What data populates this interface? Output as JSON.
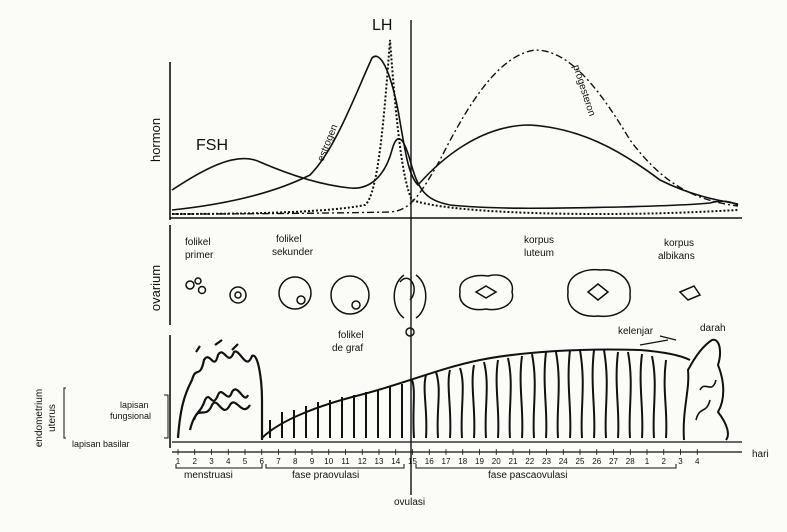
{
  "hormone_panel": {
    "axis_label": "hormon",
    "curves": {
      "fsh": "FSH",
      "lh": "LH",
      "estrogen": "estrogen",
      "progesteron": "progesteron"
    }
  },
  "ovary_panel": {
    "axis_label": "ovarium",
    "stages": {
      "primary": [
        "folikel",
        "primer"
      ],
      "secondary": [
        "folikel",
        "sekunder"
      ],
      "graaf": [
        "folikel",
        "de graf"
      ],
      "luteum": [
        "korpus",
        "luteum"
      ],
      "albicans": [
        "korpus",
        "albikans"
      ]
    }
  },
  "endometrium_panel": {
    "axis_label_1": "endometrium",
    "axis_label_2": "uterus",
    "layers": {
      "functional": [
        "lapisan",
        "fungsional"
      ],
      "basal": "lapisan basilar"
    },
    "labels": {
      "gland": "kelenjar",
      "blood": "darah"
    }
  },
  "timeline": {
    "unit": "hari",
    "days": [
      "1",
      "2",
      "3",
      "4",
      "5",
      "6",
      "7",
      "8",
      "9",
      "10",
      "11",
      "12",
      "13",
      "14",
      "15",
      "16",
      "17",
      "18",
      "19",
      "20",
      "21",
      "22",
      "23",
      "24",
      "25",
      "26",
      "27",
      "28",
      "1",
      "2",
      "3",
      "4"
    ],
    "phases": {
      "menstruation": "menstruasi",
      "preovulation": "fase praovulasi",
      "postovulation": "fase pascaovulasi",
      "ovulation": "ovulasi"
    }
  }
}
